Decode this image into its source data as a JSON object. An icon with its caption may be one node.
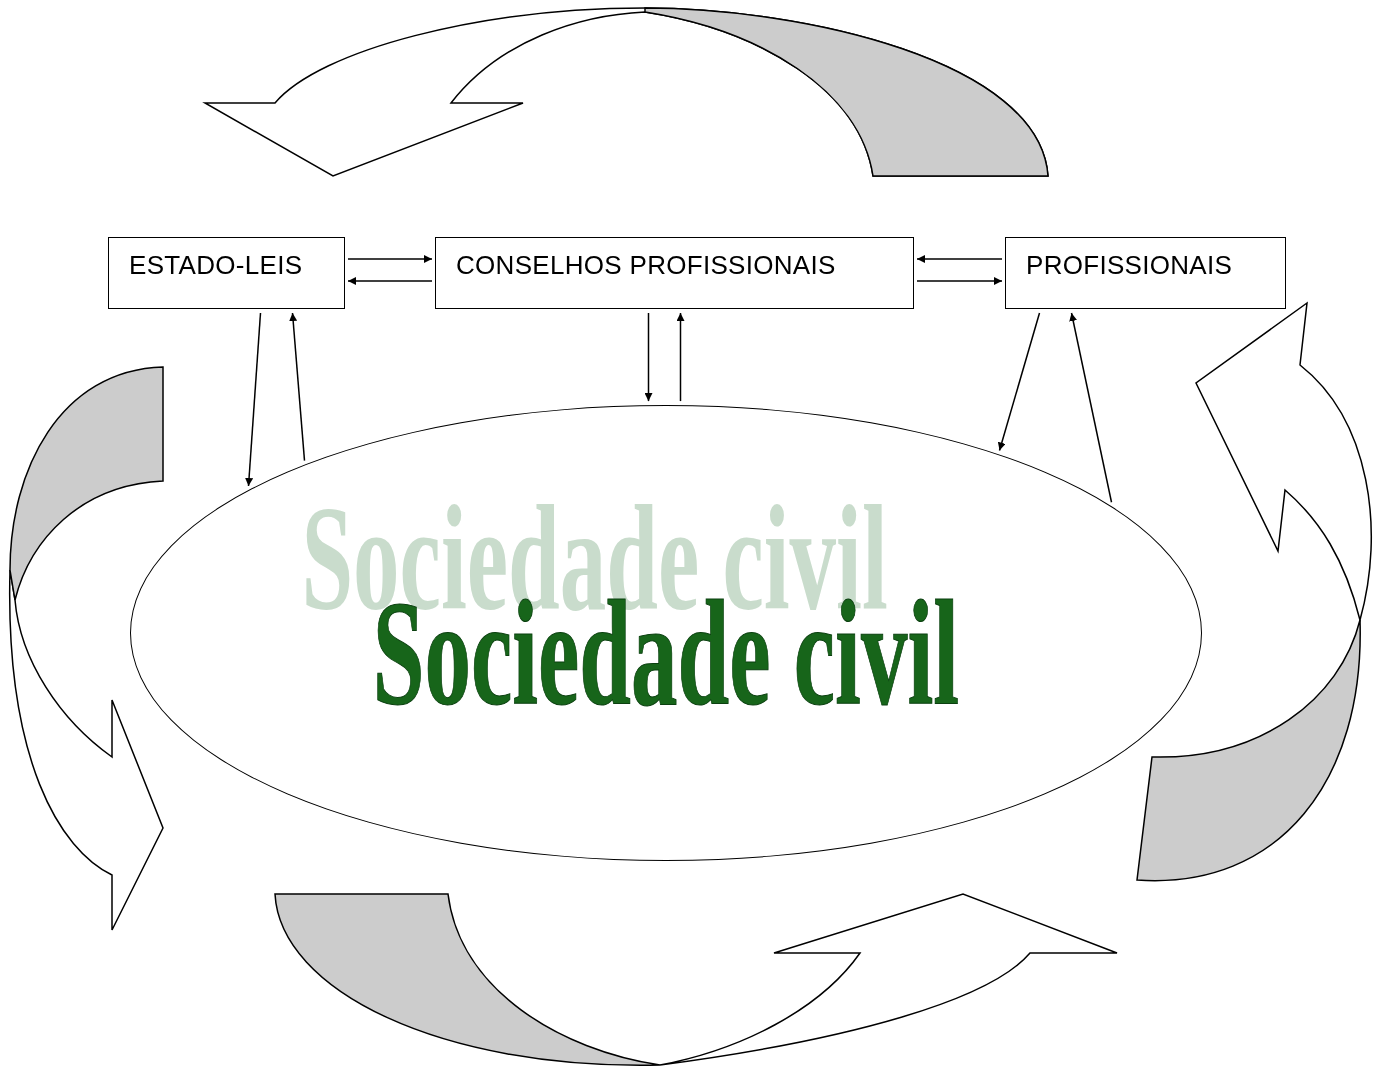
{
  "diagram": {
    "nodes": [
      {
        "text": [
          "ESTADO-LEIS"
        ]
      },
      {
        "text": [
          "CONSELHOS PROFISSIONAIS"
        ]
      },
      {
        "text": [
          "PROFISSIONAIS"
        ]
      },
      {
        "text": [
          "Sociedade civil"
        ]
      }
    ],
    "edges": [
      {
        "from": 0,
        "to": 1,
        "arrow": "to"
      },
      {
        "from": 1,
        "to": 0,
        "arrow": "to"
      },
      {
        "from": 2,
        "to": 1,
        "arrow": "to"
      },
      {
        "from": 1,
        "to": 2,
        "arrow": "to"
      },
      {
        "from": 0,
        "to": 3,
        "arrow": "to"
      },
      {
        "from": 3,
        "to": 0,
        "arrow": "to"
      },
      {
        "from": 1,
        "to": 3,
        "arrow": "to"
      },
      {
        "from": 3,
        "to": 1,
        "arrow": "to"
      },
      {
        "from": 2,
        "to": 3,
        "arrow": "to"
      },
      {
        "from": 3,
        "to": 2,
        "arrow": "to"
      }
    ]
  }
}
